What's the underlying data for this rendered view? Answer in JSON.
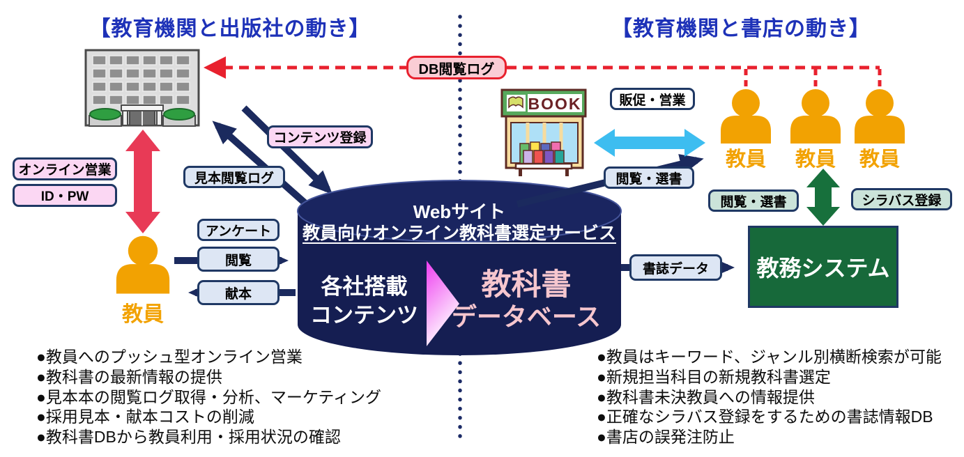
{
  "titles": {
    "left": "【教育機関と出版社の動き】",
    "right": "【教育機関と書店の動き】"
  },
  "database": {
    "line1": "Webサイト",
    "line2": "教員向けオンライン教科書選定サービス",
    "left_top": "各社搭載",
    "left_bottom": "コンテンツ",
    "right_top": "教科書",
    "right_bottom": "データベース"
  },
  "boxes": {
    "db_log": "DB閲覧ログ",
    "online_sales": "オンライン営業",
    "id_pw": "ID・PW",
    "content_register": "コンテンツ登録",
    "sample_log": "見本閲覧ログ",
    "survey": "アンケート",
    "browse": "閲覧",
    "donation": "献本",
    "promo": "販促・営業",
    "browse_select_left": "閲覧・選書",
    "browse_select_right": "閲覧・選書",
    "syllabus": "シラバス登録",
    "biblio": "書誌データ"
  },
  "nodes": {
    "teacher_left": "教員",
    "teachers_right": [
      "教員",
      "教員",
      "教員"
    ],
    "kyomu_system": "教務システム",
    "book_sign": "BOOK"
  },
  "benefits_left": [
    "●教員へのプッシュ型オンライン営業",
    "●教科書の最新情報の提供",
    "●見本本の閲覧ログ取得・分析、マーケティング",
    "●採用見本・献本コストの削減",
    "●教科書DBから教員利用・採用状況の確認"
  ],
  "benefits_right": [
    "●教員はキーワード、ジャンル別横断検索が可能",
    "●新規担当科目の新規教科書選定",
    "●教科書未決教員への情報提供",
    "●正確なシラバス登録をするための書誌情報DB",
    "●書店の誤発注防止"
  ],
  "colors": {
    "navy": "#1f3864",
    "arrow_navy": "#1b2a5e",
    "red_dashed": "#e8212e",
    "crimson_arrow": "#e83a56",
    "cyan_arrow": "#3dbdf0",
    "green_arrow": "#17703c",
    "kyomu_green": "#17693a",
    "orange_person": "#f2a202",
    "title_blue": "#1e32b8",
    "cylinder_navy": "#151e52"
  }
}
